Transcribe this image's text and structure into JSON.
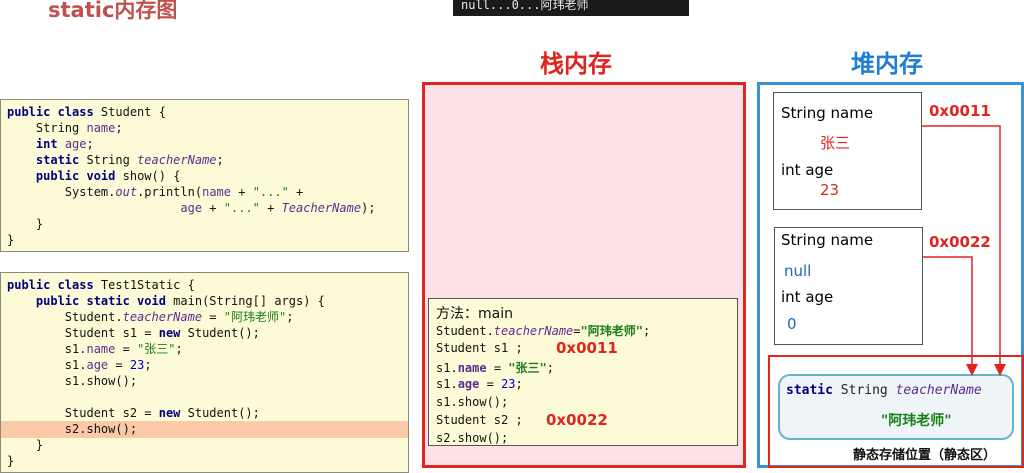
{
  "title": "static内存图",
  "console_text": "null...0...阿玮老师",
  "stack_title": "栈内存",
  "heap_title": "堆内存",
  "student_class_lines": [
    "public class Student {",
    "    String name;",
    "    int age;",
    "    static String teacherName;",
    "    public void show() {",
    "        System.out.println(name + \"...\" +",
    "                        age + \"...\" + TeacherName);",
    "    }",
    "}"
  ],
  "test_class_lines": [
    "public class Test1Static {",
    "    public static void main(String[] args) {",
    "        Student.teacherName = \"阿玮老师\";",
    "        Student s1 = new Student();",
    "        s1.name = \"张三\";",
    "        s1.age = 23;",
    "        s1.show();",
    "",
    "        Student s2 = new Student();",
    "        s2.show();",
    "    }",
    "}"
  ],
  "method_frame": {
    "header": "方法：main",
    "l1": "Student.teacherName=\"阿玮老师\";",
    "l2": "Student s1 ;",
    "l2_addr": "0x0011",
    "l3": "s1.name = \"张三\";",
    "l4": "s1.age = 23;",
    "l5": "s1.show();",
    "l6": "Student s2 ;",
    "l6_addr": "0x0022",
    "l7": "s2.show();"
  },
  "obj1": {
    "name_label": "String name",
    "name_value": "张三",
    "age_label": "int age",
    "age_value": "23",
    "address": "0x0011"
  },
  "obj2": {
    "name_label": "String name",
    "name_value": "null",
    "age_label": "int age",
    "age_value": "0",
    "address": "0x0022"
  },
  "static_area": {
    "field": "static String teacherName",
    "value": "\"阿玮老师\"",
    "caption": "静态存储位置（静态区）"
  },
  "colors": {
    "red": "#e0251f",
    "blue": "#3a93d9",
    "title_red": "#c0504d"
  }
}
